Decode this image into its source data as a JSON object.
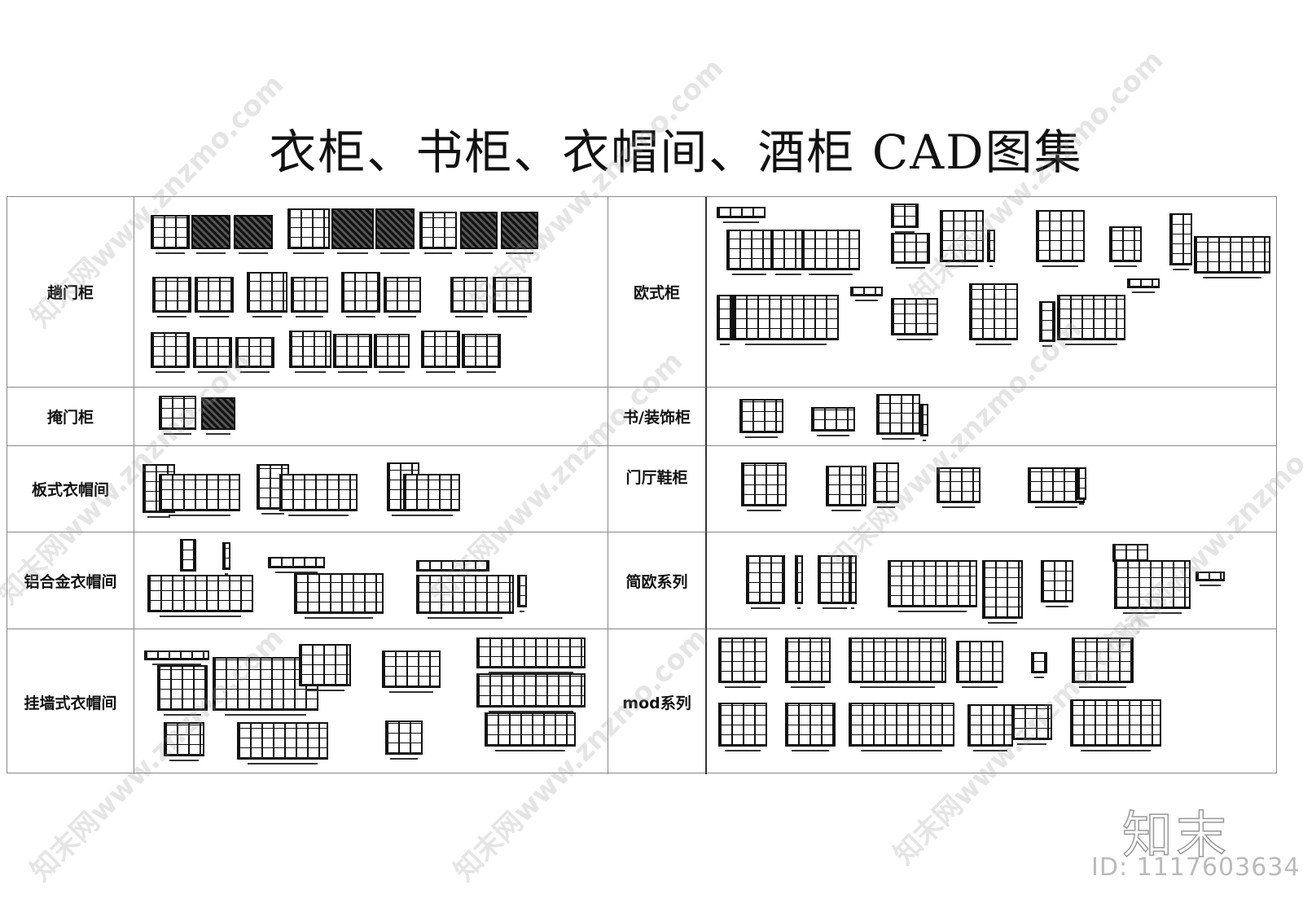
{
  "title": "衣柜、书柜、衣帽间、酒柜 CAD图集",
  "left_categories": [
    {
      "label": "趟门柜"
    },
    {
      "label": "掩门柜"
    },
    {
      "label": "板式衣帽间"
    },
    {
      "label": "铝合金衣帽间"
    },
    {
      "label": "挂墙式衣帽间"
    }
  ],
  "right_categories": [
    {
      "label": "欧式柜"
    },
    {
      "label": "书/装饰柜"
    },
    {
      "label": "门厅鞋柜"
    },
    {
      "label": "简欧系列"
    },
    {
      "label": "mod系列"
    }
  ],
  "watermark": {
    "text": "知末网www.znzmo.com",
    "logo": "知末",
    "id": "ID: 1117603634"
  }
}
